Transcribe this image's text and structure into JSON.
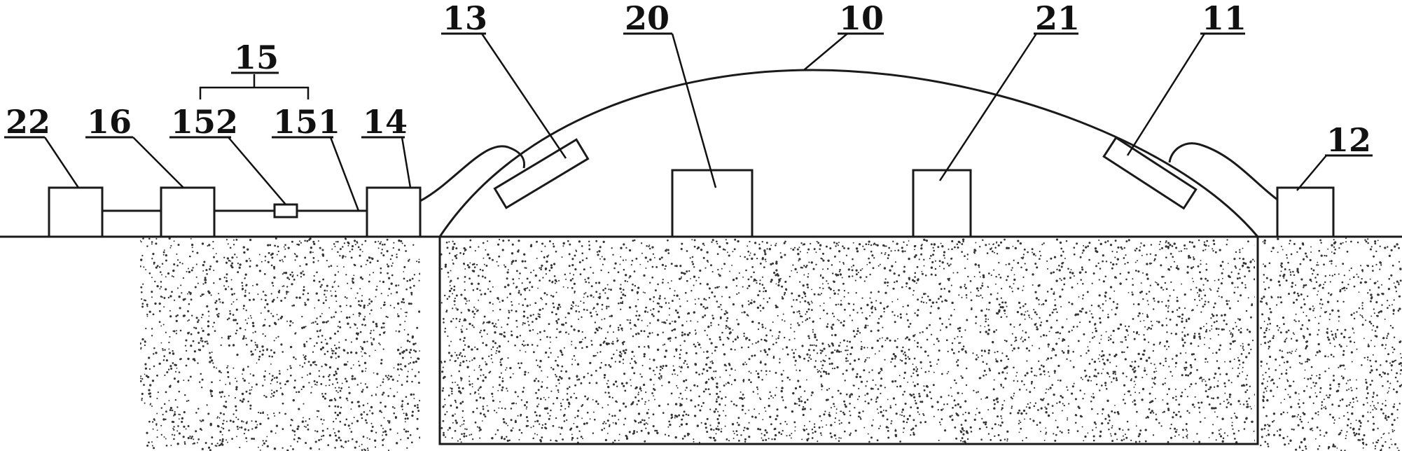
{
  "diagram": {
    "labels": {
      "l22": "22",
      "l16": "16",
      "l15": "15",
      "l152": "152",
      "l151": "151",
      "l14": "14",
      "l13": "13",
      "l20": "20",
      "l10": "10",
      "l21": "21",
      "l11": "11",
      "l12": "12"
    },
    "colors": {
      "line": "#1a1a1a",
      "speckle": "#333333",
      "background": "#ffffff"
    }
  }
}
